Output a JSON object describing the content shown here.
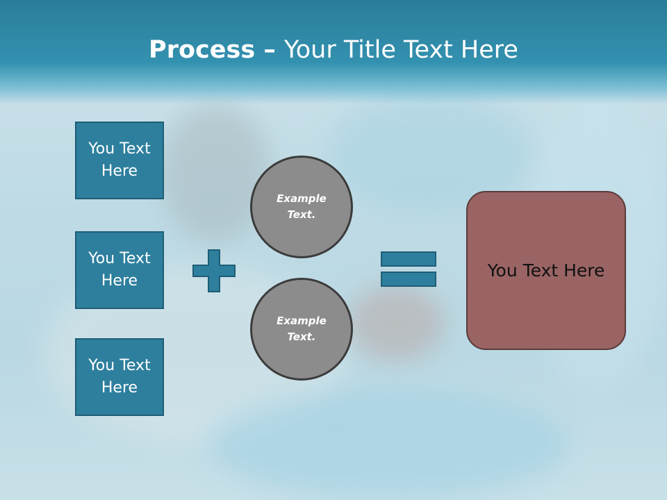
{
  "slide": {
    "title_bold": "Process",
    "title_dash": " – ",
    "title_rest": "Your Title Text Here"
  },
  "boxes": [
    {
      "line1": "You Text",
      "line2": "Here"
    },
    {
      "line1": "You Text",
      "line2": "Here"
    },
    {
      "line1": "You Text",
      "line2": "Here"
    }
  ],
  "circles": [
    {
      "line1": "Example",
      "line2": "Text."
    },
    {
      "line1": "Example",
      "line2": "Text."
    }
  ],
  "result": {
    "label": "You Text Here"
  },
  "icons": {
    "plus": "plus-icon",
    "equals": "equals-icon"
  },
  "colors": {
    "header": "#2a7d99",
    "box_fill": "#2e7f9e",
    "circle_fill": "#8c8c8c",
    "result_fill": "#9a6464"
  }
}
